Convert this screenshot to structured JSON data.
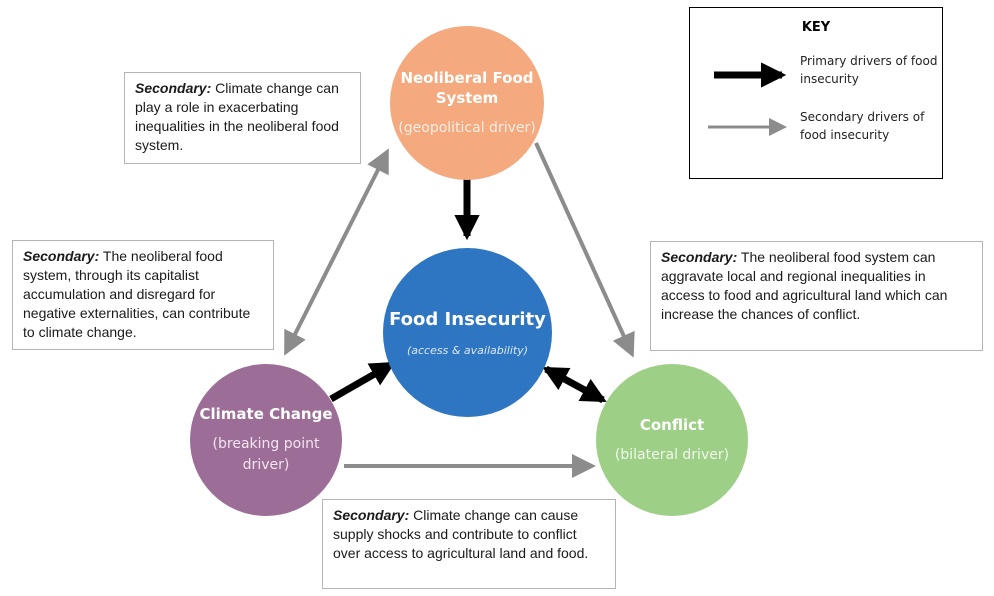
{
  "nodes": {
    "neoliberal": {
      "title": "Neoliberal Food System",
      "subtitle": "(geopolitical driver)"
    },
    "food": {
      "title": "Food Insecurity",
      "subtitle": "(access & availability)"
    },
    "climate": {
      "title": "Climate Change",
      "subtitle": "(breaking point driver)"
    },
    "conflict": {
      "title": "Conflict",
      "subtitle": "(bilateral driver)"
    }
  },
  "notes": {
    "top": {
      "label": "Secondary:",
      "text": "Climate change can play a role in exacerbating inequalities in the neoliberal food system."
    },
    "left": {
      "label": "Secondary:",
      "text": "The neoliberal food system, through its capitalist accumulation and disregard for negative externalities, can contribute to climate change."
    },
    "right": {
      "label": "Secondary:",
      "text": "The neoliberal food system can aggravate local and regional inequalities in access to food and agricultural land which can increase the chances of conflict."
    },
    "bottom": {
      "label": "Secondary:",
      "text": "Climate change can cause supply shocks and contribute to conflict over access to agricultural land and food."
    }
  },
  "legend": {
    "title": "KEY",
    "primary": "Primary  drivers of food insecurity",
    "secondary": "Secondary drivers of food insecurity"
  },
  "colors": {
    "neoliberal": "#f4a97e",
    "food": "#2e75c2",
    "climate": "#9c6e97",
    "conflict": "#9dcf87",
    "primary_arrow": "#000000",
    "secondary_arrow": "#8c8c8c"
  }
}
